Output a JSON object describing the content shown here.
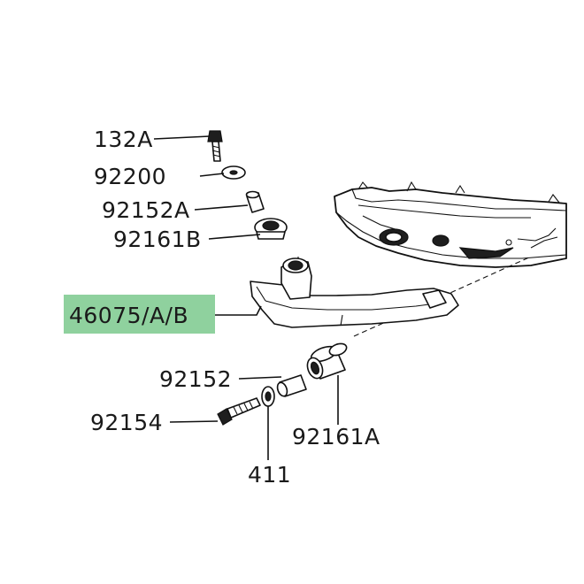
{
  "highlight_color": "#8fd19e",
  "parts": {
    "p132a": "132A",
    "p92200": "92200",
    "p92152a": "92152A",
    "p92161b": "92161B",
    "p46075": "46075/A/B",
    "p92152": "92152",
    "p92154": "92154",
    "p92161a": "92161A",
    "p411": "411"
  }
}
